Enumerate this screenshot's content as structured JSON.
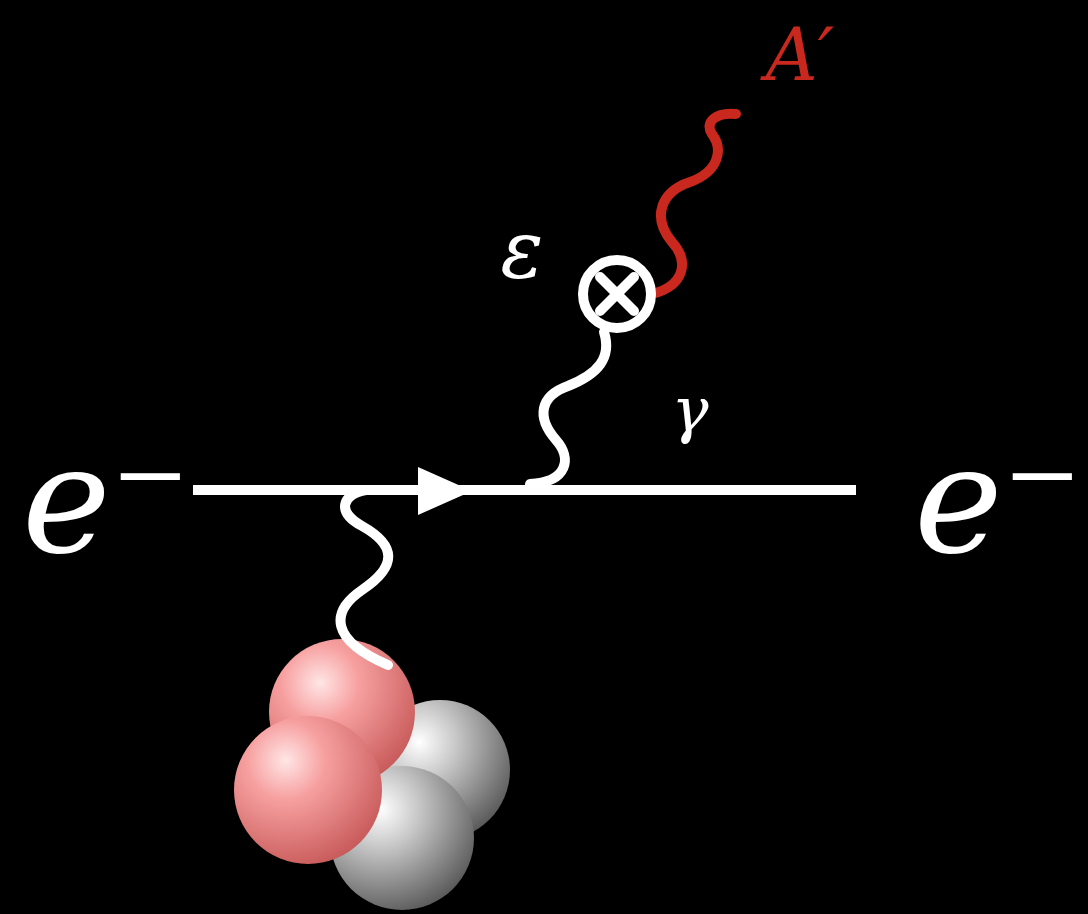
{
  "diagram": {
    "labels": [
      "e⁻",
      "e⁻",
      "ε",
      "γ",
      "A′"
    ]
  }
}
